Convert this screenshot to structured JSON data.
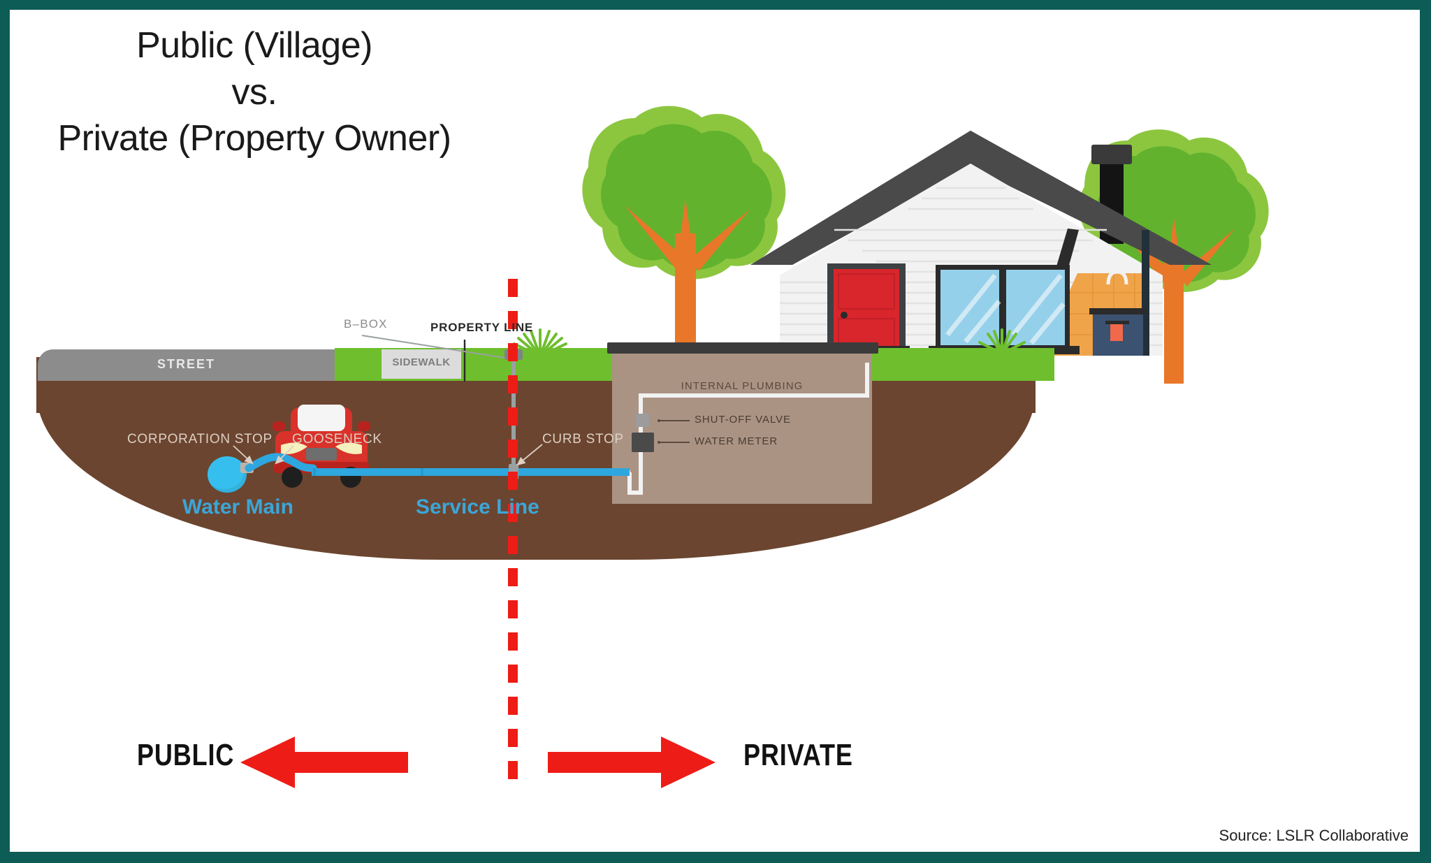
{
  "title": {
    "line1": "Public (Village)",
    "line2": "vs.",
    "line3": "Private (Property Owner)"
  },
  "surface_labels": {
    "street": "STREET",
    "sidewalk": "SIDEWALK",
    "b_box": "B–BOX",
    "property_line": "PROPERTY LINE"
  },
  "underground_labels": {
    "corporation_stop": "CORPORATION STOP",
    "gooseneck": "GOOSENECK",
    "curb_stop": "CURB STOP",
    "water_main": "Water Main",
    "service_line": "Service Line"
  },
  "house_labels": {
    "internal_plumbing": "INTERNAL PLUMBING",
    "shut_off_valve": "SHUT-OFF VALVE",
    "water_meter": "WATER METER"
  },
  "ownership": {
    "public": "PUBLIC",
    "private": "PRIVATE"
  },
  "credit": {
    "source": "Source: LSLR Collaborative"
  },
  "colors": {
    "frame_border": "#0d5c55",
    "divider_red": "#ee1c16",
    "soil_brown": "#6b4530",
    "grass_green": "#6ebe2e",
    "street_gray": "#8c8c8c",
    "sidewalk_gray": "#dcdcdc",
    "water_blue": "#2ea7de",
    "water_main_blue": "#36bfee",
    "basement_mauve": "#ab9384",
    "house_white": "#f2f2f2",
    "roof_dark": "#4a4a4a",
    "door_red": "#d8262c",
    "tree_green_light": "#8cc63f",
    "tree_green_dark": "#62b22e",
    "trunk_orange": "#e8772a",
    "car_red": "#d8322a"
  },
  "icons": {
    "car": "car-icon",
    "house": "house-icon",
    "tree_left": "tree-icon",
    "tree_right": "tree-icon",
    "chimney": "chimney-icon",
    "faucet": "faucet-icon",
    "sink": "sink-icon",
    "shrub": "shrub-icon",
    "arrow_left": "arrow-left-icon",
    "arrow_right": "arrow-right-icon"
  }
}
